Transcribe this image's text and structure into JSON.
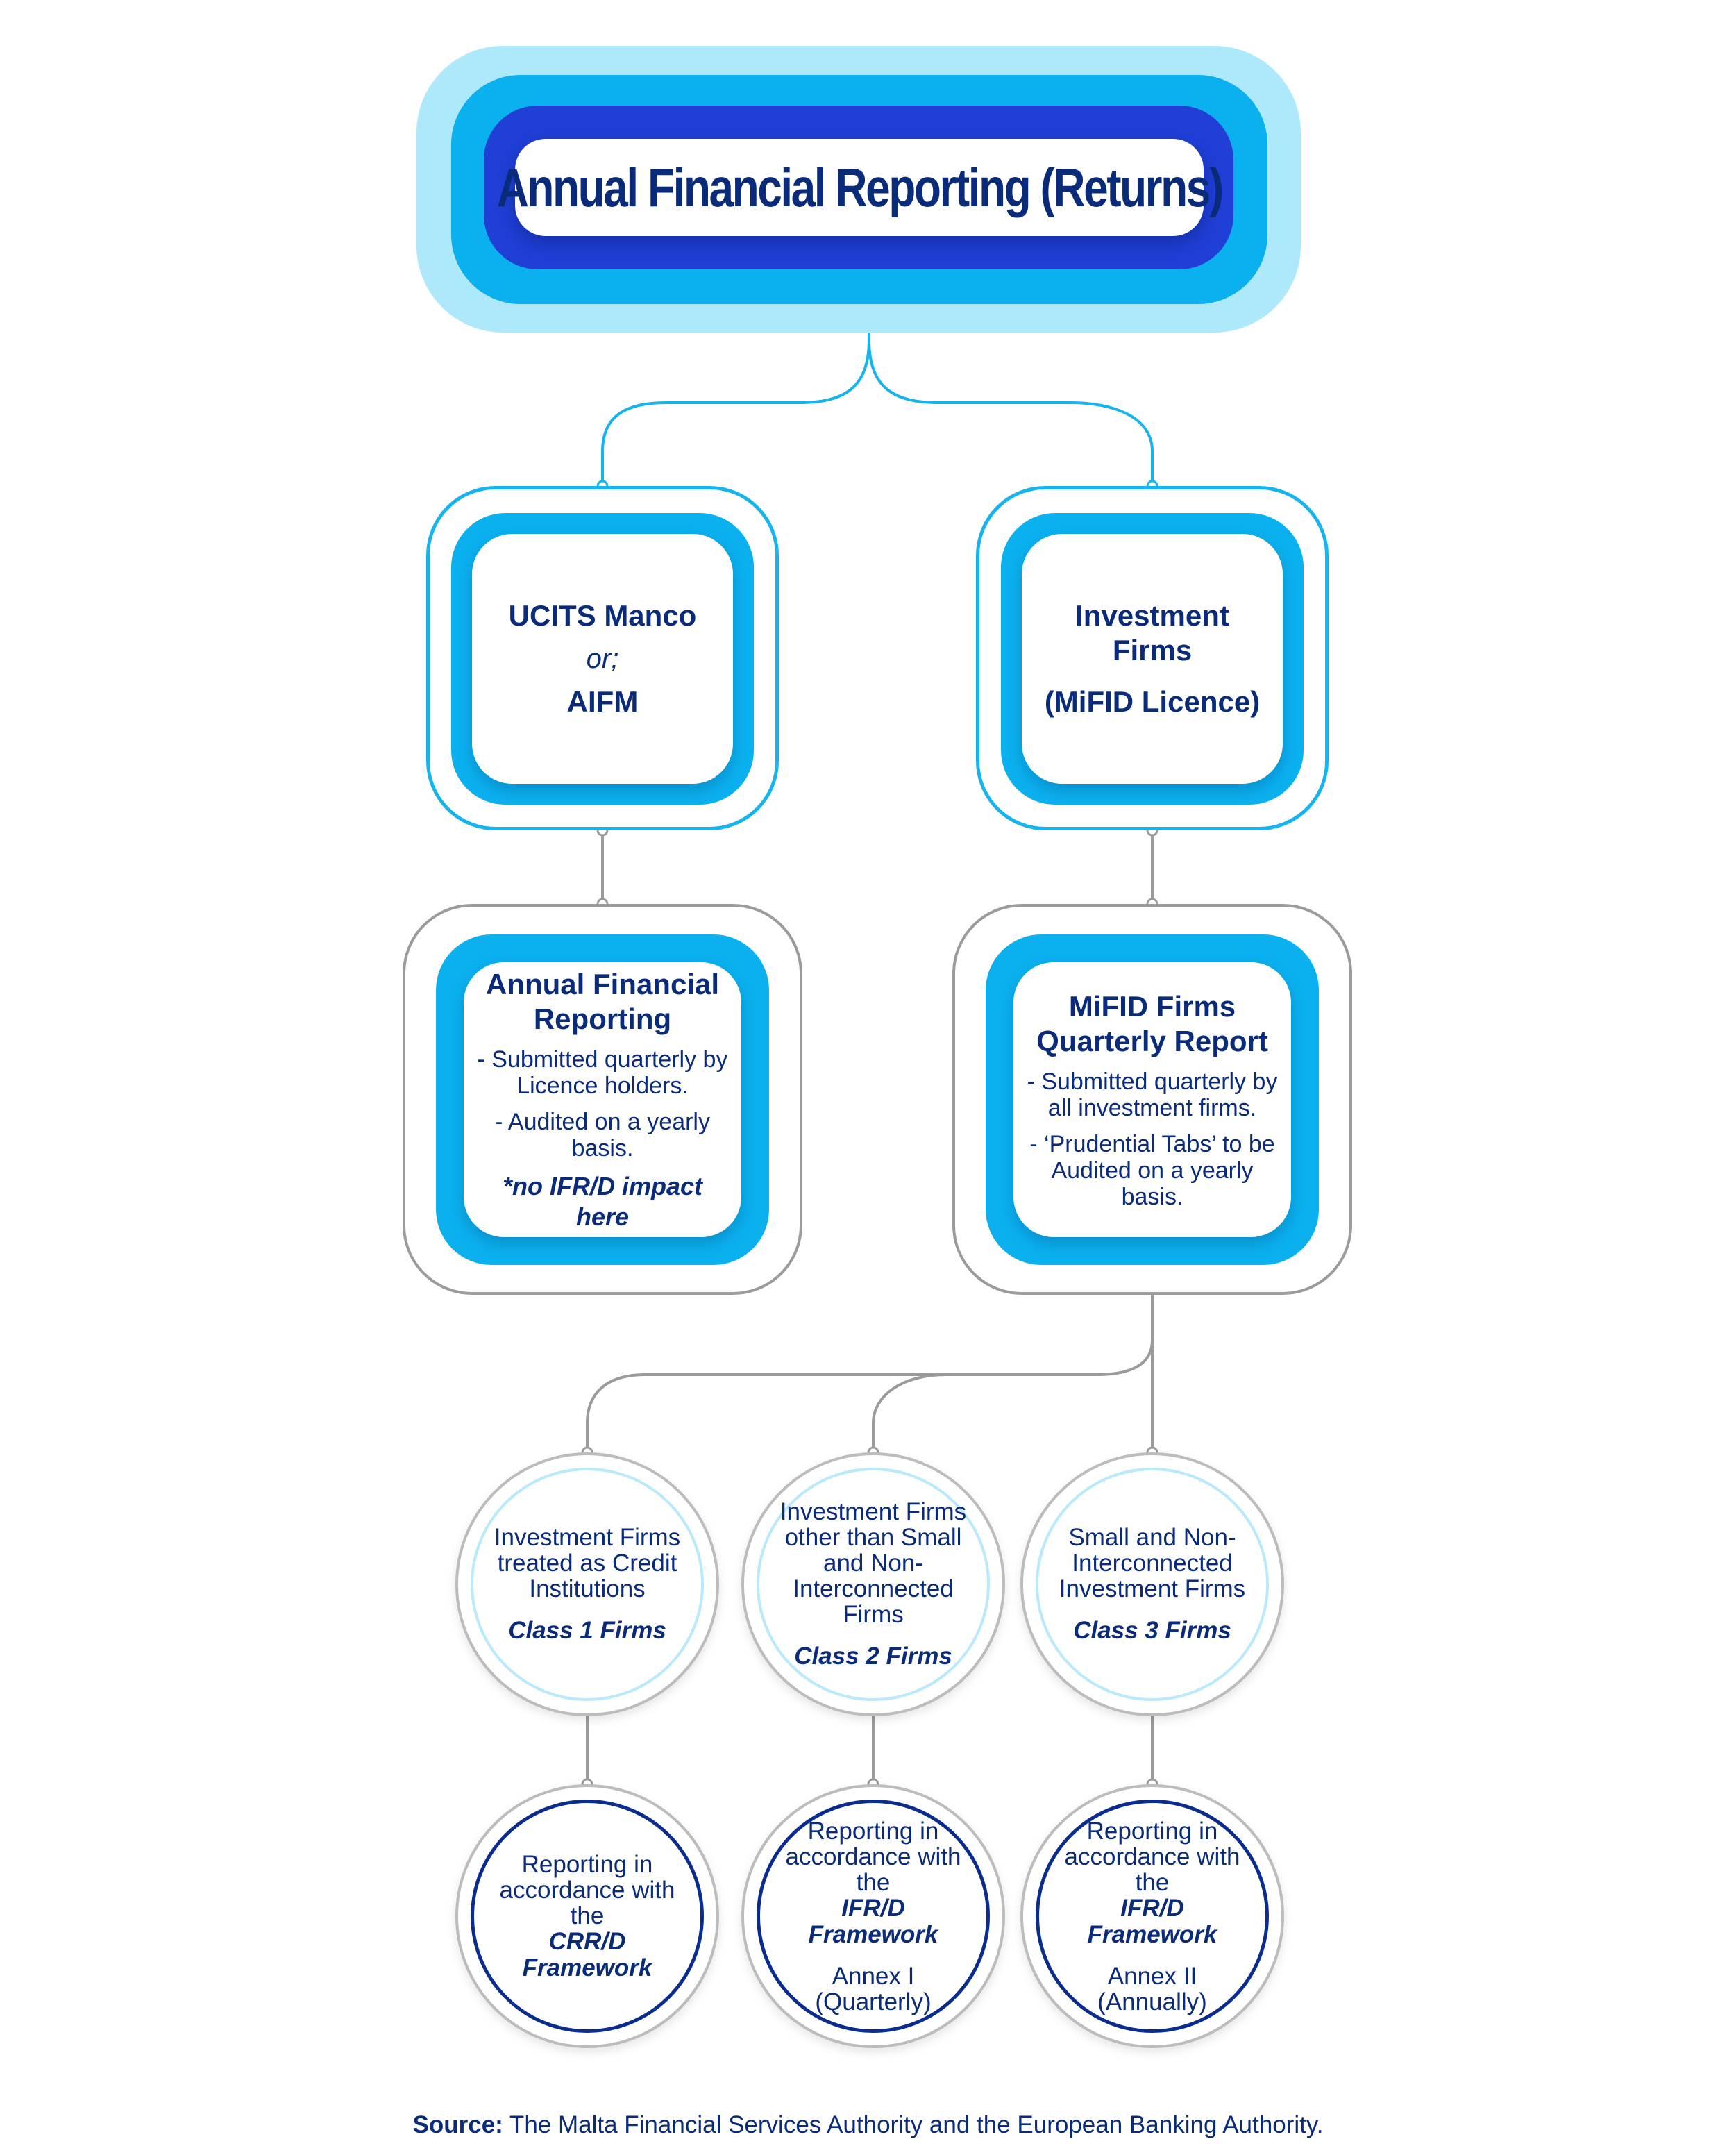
{
  "title": "Annual Financial Reporting (Returns)",
  "level1": {
    "left": {
      "line1": "UCITS Manco",
      "line2": "or;",
      "line3": "AIFM"
    },
    "right": {
      "line1": "Investment",
      "line2": "Firms",
      "line3": "(MiFID Licence)"
    }
  },
  "level2": {
    "left": {
      "title_line1": "Annual Financial",
      "title_line2": "Reporting",
      "text1": "- Submitted quarterly by Licence holders.",
      "text2": "- Audited on a yearly basis.",
      "note": "*no IFR/D impact here"
    },
    "right": {
      "title_line1": "MiFID Firms",
      "title_line2": "Quarterly Report",
      "text1": "- Submitted quarterly by all investment firms.",
      "text2": "- ‘Prudential Tabs’ to be Audited on a yearly basis."
    }
  },
  "classes": [
    {
      "description": "Investment Firms treated as Credit Institutions",
      "label": "Class 1 Firms"
    },
    {
      "description": "Investment Firms other than Small and Non-Interconnected Firms",
      "label": "Class 2 Firms"
    },
    {
      "description": "Small and Non-Interconnected Investment Firms",
      "label": "Class 3 Firms"
    }
  ],
  "reporting": [
    {
      "text": "Reporting in accordance with the",
      "framework": "CRR/D Framework",
      "annex": "",
      "period": ""
    },
    {
      "text": "Reporting in accordance with the",
      "framework": "IFR/D Framework",
      "annex": "Annex I",
      "period": "(Quarterly)"
    },
    {
      "text": "Reporting in accordance with the",
      "framework": "IFR/D Framework",
      "annex": "Annex II",
      "period": "(Annually)"
    }
  ],
  "source": {
    "label": "Source:",
    "text": " The Malta Financial Services Authority and the European Banking Authority."
  },
  "colors": {
    "navy": "#0a2a7a",
    "cyan": "#0bb1ef",
    "light_cyan": "#aee8fb",
    "royal_blue": "#1f3fd6",
    "gray": "#9b9b9b"
  }
}
